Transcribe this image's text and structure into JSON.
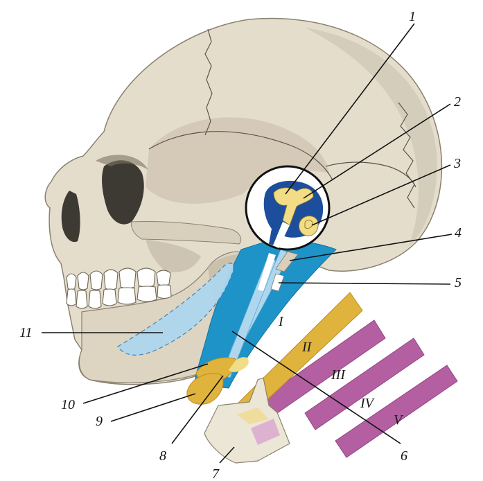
{
  "numbered_labels": [
    "1",
    "2",
    "3",
    "4",
    "5",
    "6",
    "7",
    "8",
    "9",
    "10",
    "11"
  ],
  "arch_labels": [
    "I",
    "II",
    "III",
    "IV",
    "V"
  ],
  "colors": {
    "bone": "#e4ddcc",
    "bone_shadow": "#b9b09c",
    "arch_I_dark": "#1e93c8",
    "arch_I_light": "#aed7ef",
    "arch_II": "#e0b43c",
    "arch_III_to_V": "#b45fa2",
    "ear_dark": "#1d4e9c",
    "ear_cartilage": "#f3dc86"
  }
}
